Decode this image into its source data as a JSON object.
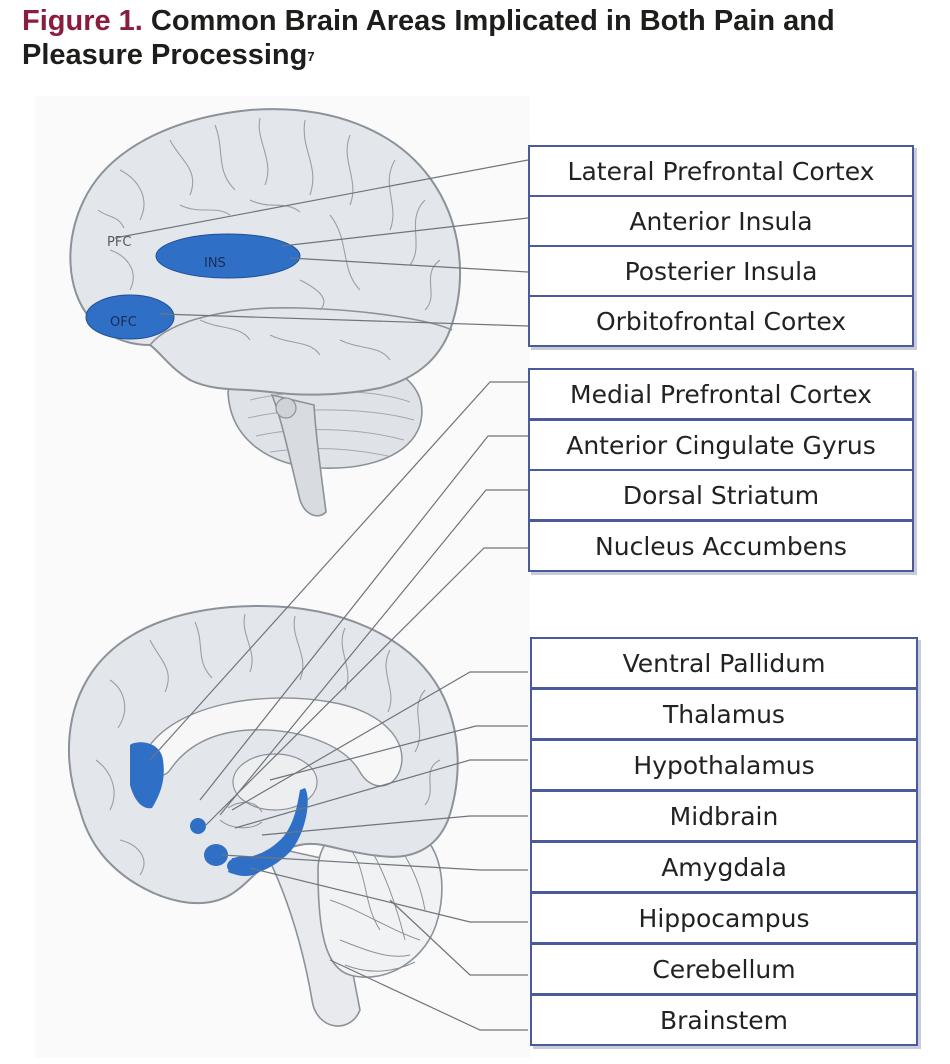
{
  "figure": {
    "number_label": "Figure 1.",
    "title_text": "Common Brain Areas Implicated in Both Pain and Pleasure Processing",
    "reference": "7"
  },
  "brain_lateral": {
    "region_labels": {
      "pfc": "PFC",
      "ins": "INS",
      "ofc": "OFC"
    }
  },
  "groups": [
    {
      "labels": [
        "Lateral Prefrontal Cortex",
        "Anterior Insula",
        "Posterier Insula",
        "Orbitofrontal Cortex"
      ]
    },
    {
      "labels": [
        "Medial Prefrontal Cortex",
        "Anterior Cingulate Gyrus",
        "Dorsal Striatum",
        "Nucleus Accumbens"
      ]
    },
    {
      "labels": [
        "Ventral Pallidum",
        "Thalamus",
        "Hypothalamus",
        "Midbrain",
        "Amygdala",
        "Hippocampus",
        "Cerebellum",
        "Brainstem"
      ]
    }
  ],
  "colors": {
    "highlight": "#2f6fc6",
    "box_border": "#4a5a9a",
    "title_accent": "#8a1c3c",
    "brain_fill": "#e3e6ea",
    "brain_outline": "#8c9299"
  }
}
